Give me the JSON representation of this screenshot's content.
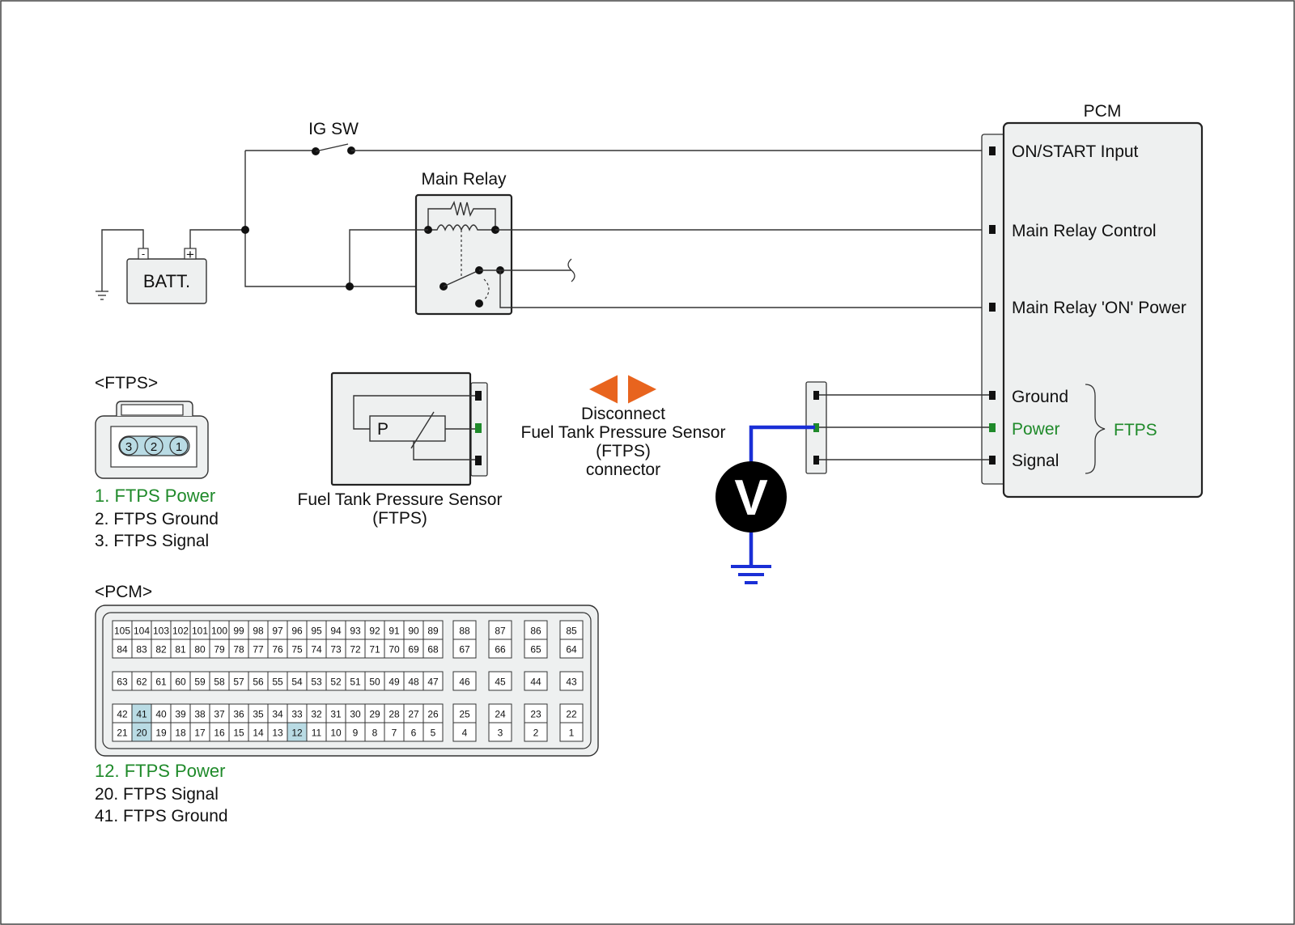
{
  "labels": {
    "ig_sw": "IG SW",
    "main_relay": "Main Relay",
    "batt": "BATT.",
    "batt_minus": "-",
    "batt_plus": "+",
    "pcm_title": "PCM",
    "disconnect_1": "Disconnect",
    "disconnect_2": "Fuel Tank Pressure Sensor",
    "disconnect_3": "(FTPS)",
    "disconnect_4": "connector",
    "sensor_name_1": "Fuel Tank Pressure Sensor",
    "sensor_name_2": "(FTPS)",
    "sensor_p": "P",
    "voltmeter": "V",
    "ftps_group": "FTPS"
  },
  "pcm_pins": [
    {
      "label": "ON/START Input",
      "color": "#111111"
    },
    {
      "label": "Main Relay Control",
      "color": "#111111"
    },
    {
      "label": "Main Relay 'ON' Power",
      "color": "#111111"
    },
    {
      "label": "Ground",
      "color": "#111111"
    },
    {
      "label": "Power",
      "color": "#1f8a2a"
    },
    {
      "label": "Signal",
      "color": "#111111"
    }
  ],
  "ftps_connector": {
    "title": "<FTPS>",
    "pins": [
      "3",
      "2",
      "1"
    ],
    "legend": [
      {
        "text": "1. FTPS Power",
        "color": "#1f8a2a"
      },
      {
        "text": "2. FTPS Ground",
        "color": "#111111"
      },
      {
        "text": "3. FTPS Signal",
        "color": "#111111"
      }
    ]
  },
  "pcm_connector": {
    "title": "<PCM>",
    "row1_main": [
      "105",
      "104",
      "103",
      "102",
      "101",
      "100",
      "99",
      "98",
      "97",
      "96",
      "95",
      "94",
      "93",
      "92",
      "91",
      "90",
      "89"
    ],
    "row2_main": [
      "84",
      "83",
      "82",
      "81",
      "80",
      "79",
      "78",
      "77",
      "76",
      "75",
      "74",
      "73",
      "72",
      "71",
      "70",
      "69",
      "68"
    ],
    "row1_side": [
      "88",
      "87",
      "86",
      "85"
    ],
    "row2_side": [
      "67",
      "66",
      "65",
      "64"
    ],
    "row3_main": [
      "63",
      "62",
      "61",
      "60",
      "59",
      "58",
      "57",
      "56",
      "55",
      "54",
      "53",
      "52",
      "51",
      "50",
      "49",
      "48",
      "47"
    ],
    "row3_side": [
      "46",
      "45",
      "44",
      "43"
    ],
    "row4_main": [
      "42",
      "41",
      "40",
      "39",
      "38",
      "37",
      "36",
      "35",
      "34",
      "33",
      "32",
      "31",
      "30",
      "29",
      "28",
      "27",
      "26"
    ],
    "row5_main": [
      "21",
      "20",
      "19",
      "18",
      "17",
      "16",
      "15",
      "14",
      "13",
      "12",
      "11",
      "10",
      "9",
      "8",
      "7",
      "6",
      "5"
    ],
    "row4_side": [
      "25",
      "24",
      "23",
      "22"
    ],
    "row5_side": [
      "4",
      "3",
      "2",
      "1"
    ],
    "highlighted": [
      "41",
      "20",
      "12"
    ],
    "legend": [
      {
        "text": "12. FTPS Power",
        "color": "#1f8a2a"
      },
      {
        "text": "20. FTPS Signal",
        "color": "#111111"
      },
      {
        "text": "41. FTPS Ground",
        "color": "#111111"
      }
    ]
  },
  "colors": {
    "accent_green": "#1f8a2a",
    "probe_blue": "#1a2fd6",
    "arrow_orange": "#e8641e",
    "pin_highlight": "#b9dbe4",
    "panel_fill": "#eef0f0"
  }
}
